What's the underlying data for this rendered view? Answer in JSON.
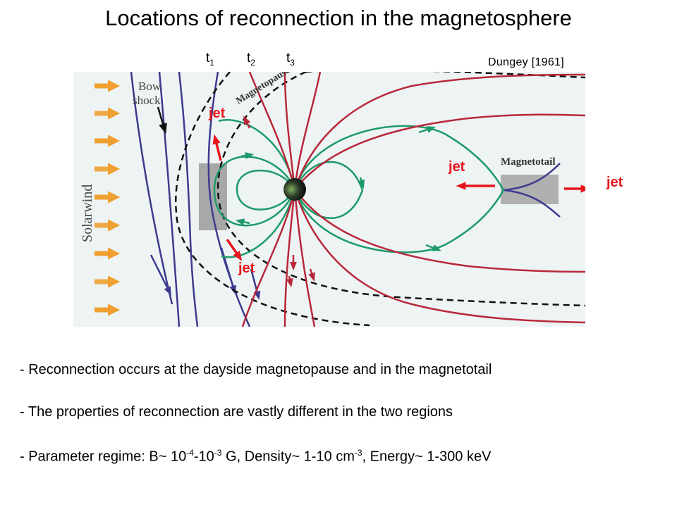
{
  "title": "Locations of reconnection in the magnetosphere",
  "time_labels": [
    {
      "base": "t",
      "sub": "1"
    },
    {
      "base": "t",
      "sub": "2"
    },
    {
      "base": "t",
      "sub": "3"
    }
  ],
  "citation": "Dungey [1961]",
  "diagram_labels": {
    "bow_shock_line1": "Bow",
    "bow_shock_line2": "shock",
    "magnetopause": "Magnetopause",
    "magnetotail": "Magnetotail",
    "solar_wind": "Solarwind"
  },
  "jet_label": "jet",
  "bullets": {
    "b1": "- Reconnection occurs at the dayside magnetopause and in the magnetotail",
    "b2": "- The properties of reconnection are vastly different in the two regions",
    "b3": {
      "prefix": "- Parameter regime: B~ 10",
      "exp1": "-4",
      "mid1": "-10",
      "exp2": "-3",
      "mid2": " G, Density~ 1-10 cm",
      "exp3": "-3",
      "suffix": ", Energy~ 1-300 keV"
    }
  },
  "colors": {
    "jet": "#e8141b",
    "solar_wind_arrow": "#f0a030",
    "red_field": "#b8283a",
    "green_field": "#1e9a6a",
    "purple_field": "#3d3a8f",
    "panel": "#eef4f4",
    "region_gray": "#a8a8a8"
  }
}
